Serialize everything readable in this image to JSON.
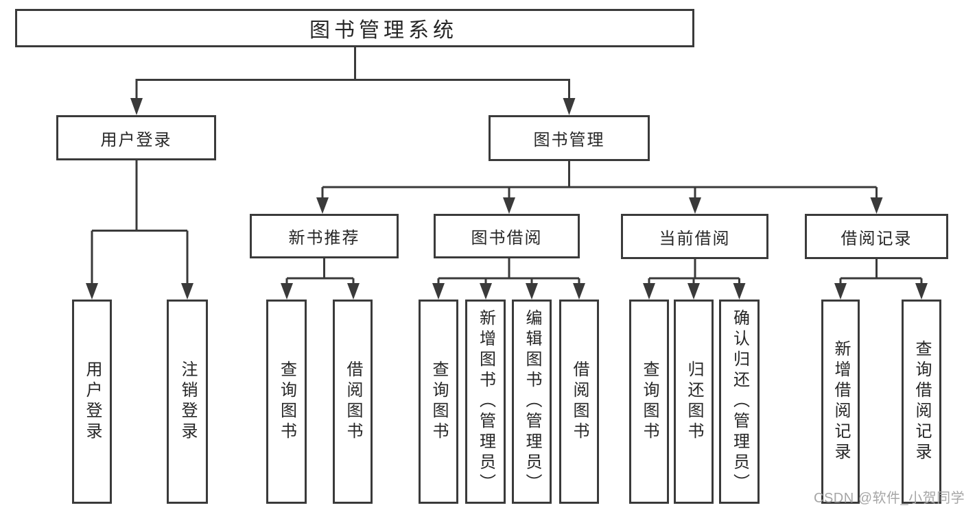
{
  "root": {
    "label": "图书管理系统"
  },
  "user_login_branch": {
    "label": "用户登录",
    "children": [
      {
        "label": "用户登录"
      },
      {
        "label": "注销登录"
      }
    ]
  },
  "book_mgmt_branch": {
    "label": "图书管理",
    "sections": [
      {
        "label": "新书推荐",
        "children": [
          {
            "label": "查询图书"
          },
          {
            "label": "借阅图书"
          }
        ]
      },
      {
        "label": "图书借阅",
        "children": [
          {
            "label": "查询图书"
          },
          {
            "label": "新增图书（管理员）"
          },
          {
            "label": "编辑图书（管理员）"
          },
          {
            "label": "借阅图书"
          }
        ]
      },
      {
        "label": "当前借阅",
        "children": [
          {
            "label": "查询图书"
          },
          {
            "label": "归还图书"
          },
          {
            "label": "确认归还（管理员）"
          }
        ]
      },
      {
        "label": "借阅记录",
        "children": [
          {
            "label": "新增借阅记录"
          },
          {
            "label": "查询借阅记录"
          }
        ]
      }
    ]
  },
  "watermark": "CSDN @软件_小贺同学",
  "colors": {
    "line": "#3a3a3a",
    "text": "#262626",
    "watermark_text": "#a6a6a6",
    "background": "#ffffff"
  }
}
